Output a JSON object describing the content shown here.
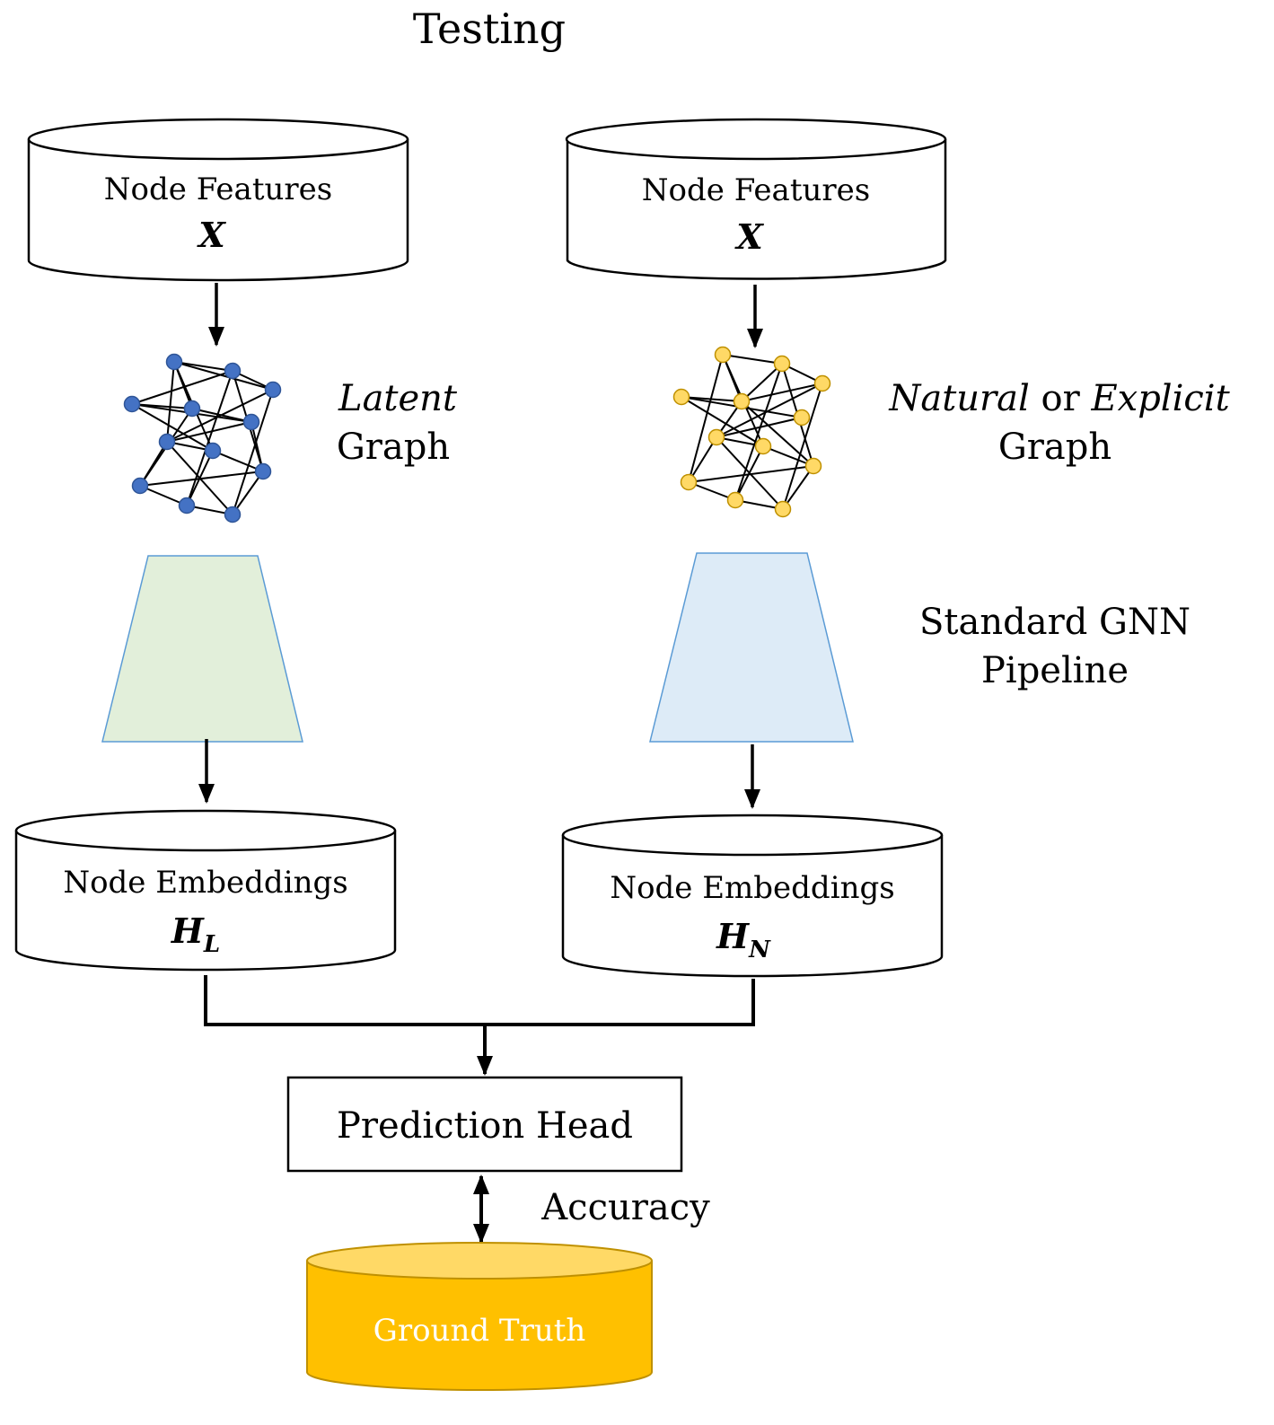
{
  "title": "Testing",
  "left": {
    "features": {
      "label": "Node Features",
      "symbol": "X"
    },
    "graph_label": {
      "italic": "Latent",
      "line2": "Graph"
    },
    "embeddings": {
      "label": "Node Embeddings",
      "symbol": "H",
      "subscript": "L"
    }
  },
  "right": {
    "features": {
      "label": "Node Features",
      "symbol": "X"
    },
    "graph_label": {
      "italic1": "Natural",
      "plain": " or ",
      "italic2": "Explicit",
      "line2": "Graph"
    },
    "embeddings": {
      "label": "Node Embeddings",
      "symbol": "H",
      "subscript": "N"
    }
  },
  "pipeline_label": {
    "line1": "Standard GNN",
    "line2": "Pipeline"
  },
  "prediction_head": "Prediction Head",
  "accuracy_label": "Accuracy",
  "ground_truth": "Ground Truth",
  "colors": {
    "latent_node": "#4472C4",
    "natural_node": "#FFD966",
    "left_trapezoid": "#E2EFDA",
    "right_trapezoid": "#DDEBF7",
    "trapezoid_stroke": "#5B9BD5",
    "ground_truth_fill": "#FFC000",
    "ground_truth_top": "#FFD966",
    "ground_truth_text": "#FFFFFF"
  }
}
